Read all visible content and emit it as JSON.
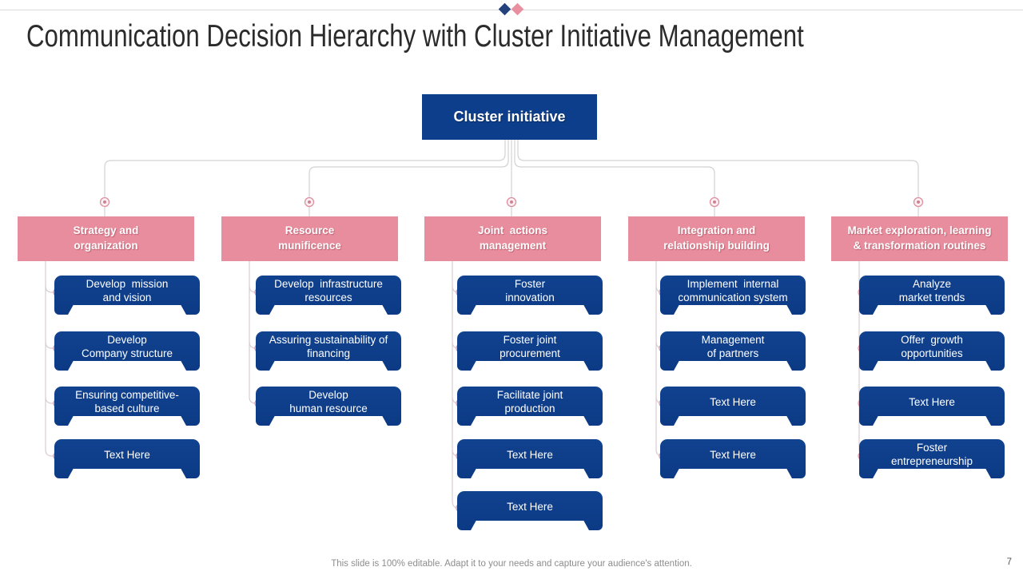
{
  "slide": {
    "title": "Communication Decision Hierarchy with Cluster Initiative Management",
    "footer": "This slide is 100% editable. Adapt it to your needs and capture your audience's attention.",
    "page_number": "7"
  },
  "root": {
    "label": "Cluster initiative"
  },
  "colors": {
    "node_blue": "#0d3e8c",
    "category_pink": "#e78d9d",
    "connector_gray": "#d2d2d2",
    "connector_pink_gray": "#d9cdd1",
    "marker_ring": "#dd8fa0",
    "marker_dot": "#cf8292",
    "title_text": "#2b2b2b",
    "footer_text": "#8d8d8d"
  },
  "icons": {
    "blue_diamond": "diamond-icon",
    "pink_diamond": "diamond-icon",
    "marker": "target-circle-icon"
  },
  "columns": [
    {
      "title": "Strategy and\norganization",
      "children": [
        "Develop  mission\nand vision",
        "Develop\nCompany structure",
        "Ensuring competitive-\nbased culture",
        "Text Here"
      ]
    },
    {
      "title": "Resource\nmunificence",
      "children": [
        "Develop  infrastructure\nresources",
        "Assuring sustainability of\nfinancing",
        "Develop\nhuman resource"
      ]
    },
    {
      "title": "Joint  actions\nmanagement",
      "children": [
        "Foster\ninnovation",
        "Foster joint\nprocurement",
        "Facilitate joint\nproduction",
        "Text Here",
        "Text Here"
      ]
    },
    {
      "title": "Integration and\nrelationship building",
      "children": [
        "Implement  internal\ncommunication system",
        "Management\nof partners",
        "Text Here",
        "Text Here"
      ]
    },
    {
      "title": "Market exploration, learning\n& transformation routines",
      "children": [
        "Analyze\nmarket trends",
        "Offer  growth\nopportunities",
        "Text Here",
        "Foster\nentrepreneurship"
      ]
    }
  ]
}
